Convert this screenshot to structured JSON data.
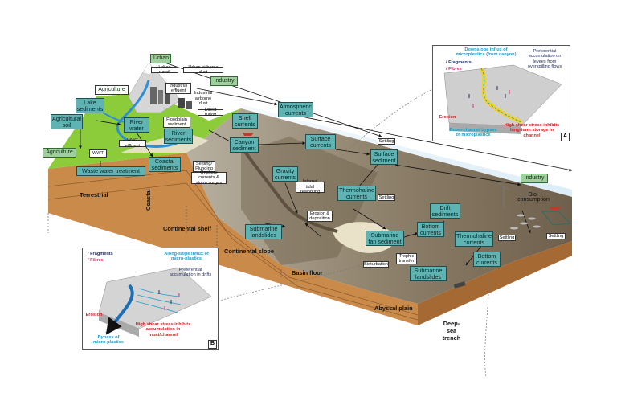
{
  "boxes": {
    "lake_sediments": "Lake sediments",
    "agricultural_soil": "Agricultural soil",
    "river_water": "River water",
    "river_sediments": "River sediments",
    "coastal_sediments": "Coastal sediments",
    "waste_water_treatment": "Waste water treatment",
    "shelf_currents": "Shelf currents",
    "canyon_sediment": "Canyon sediment",
    "atmospheric_currents": "Atmospheric currents",
    "surface_currents": "Surface currents",
    "surface_sediment": "Surface sediment",
    "gravity_currents": "Gravity currents",
    "thermohaline_currents_1": "Thermohaline currents",
    "thermohaline_currents_2": "Thermohaline currents",
    "drift_sediments": "Drift sediments",
    "bottom_currents_1": "Bottom currents",
    "bottom_currents_2": "Bottom currents",
    "submarine_fan_sediment": "Submarine fan sediment",
    "submarine_landslides_1": "Submarine landslides",
    "submarine_landslides_2": "Submarine landslides"
  },
  "green_labels": {
    "urban": "Urban",
    "industry_1": "Industry",
    "industry_2": "Industry",
    "agriculture_1": "Agriculture",
    "agriculture_2": "Agriculture",
    "bio_consumption": "Bio-consumption"
  },
  "tags": {
    "urban_runoff": "Urban runoff",
    "urban_airborne_dust": "Urban airborne dust",
    "industrial_effluent": "Industrial effluent",
    "industrial_airborne_dust": "Industrial airborne dust",
    "direct_runoff": "Direct runoff",
    "floodplain_sediment": "Floodplain sediment",
    "wwt_effluent": "WWT effluent",
    "wwt": "WWT",
    "settling_plunging": "Settling/ Plunging",
    "onshore_currents": "Onshore currents & storm surges",
    "internal_tidal_reworking": "Internal tidal reworking",
    "erosion_deposition": "Erosion & deposition",
    "settling_1": "Settling",
    "settling_2": "Settling",
    "settling_3": "Settling",
    "settling_4": "Settling",
    "bioturbation": "Bioturbation",
    "trophic_transfer": "Trophic transfer"
  },
  "region_labels": {
    "terrestrial": "Terrestrial",
    "coastal": "Coastal",
    "continental_shelf": "Continental shelf",
    "continental_slope": "Continental slope",
    "basin_floor": "Basin floor",
    "abyssal_plain": "Abyssal plain",
    "deep_sea_trench": "Deep-sea trench"
  },
  "inset_a": {
    "letter": "A",
    "title": "Downslope influx of microplastics (from canyon)",
    "preferential": "Preferential accumulation on levees from overspilling flows",
    "fragments": "Fragments",
    "fibres": "Fibres",
    "erosion": "Erosion",
    "down_channel": "Down-channel bypass of microplastics",
    "high_shear": "High shear stress inhibits long-term storage in channel"
  },
  "inset_b": {
    "letter": "B",
    "fragments": "Fragments",
    "fibres": "Fibres",
    "along_slope": "Along-slope influx of micro-plastics",
    "preferential": "Preferential accumulation in drifts",
    "erosion": "Erosion",
    "bypass": "Bypass of micro-plastics",
    "high_shear": "High shear stress inhibits accumulation in moat/channel"
  },
  "colors": {
    "box_fill": "#5fb3b3",
    "box_border": "#1f4e4e",
    "green_fill": "#9fce9f",
    "land_green": "#8ccc3a",
    "water": "#2f8fd6",
    "seafloor": "#8a7a62",
    "sediment_side": "#c98a4a",
    "ocean_surface": "#e6f2fa",
    "highlight_cyan": "#1b9dc9",
    "highlight_red": "#d22222"
  }
}
